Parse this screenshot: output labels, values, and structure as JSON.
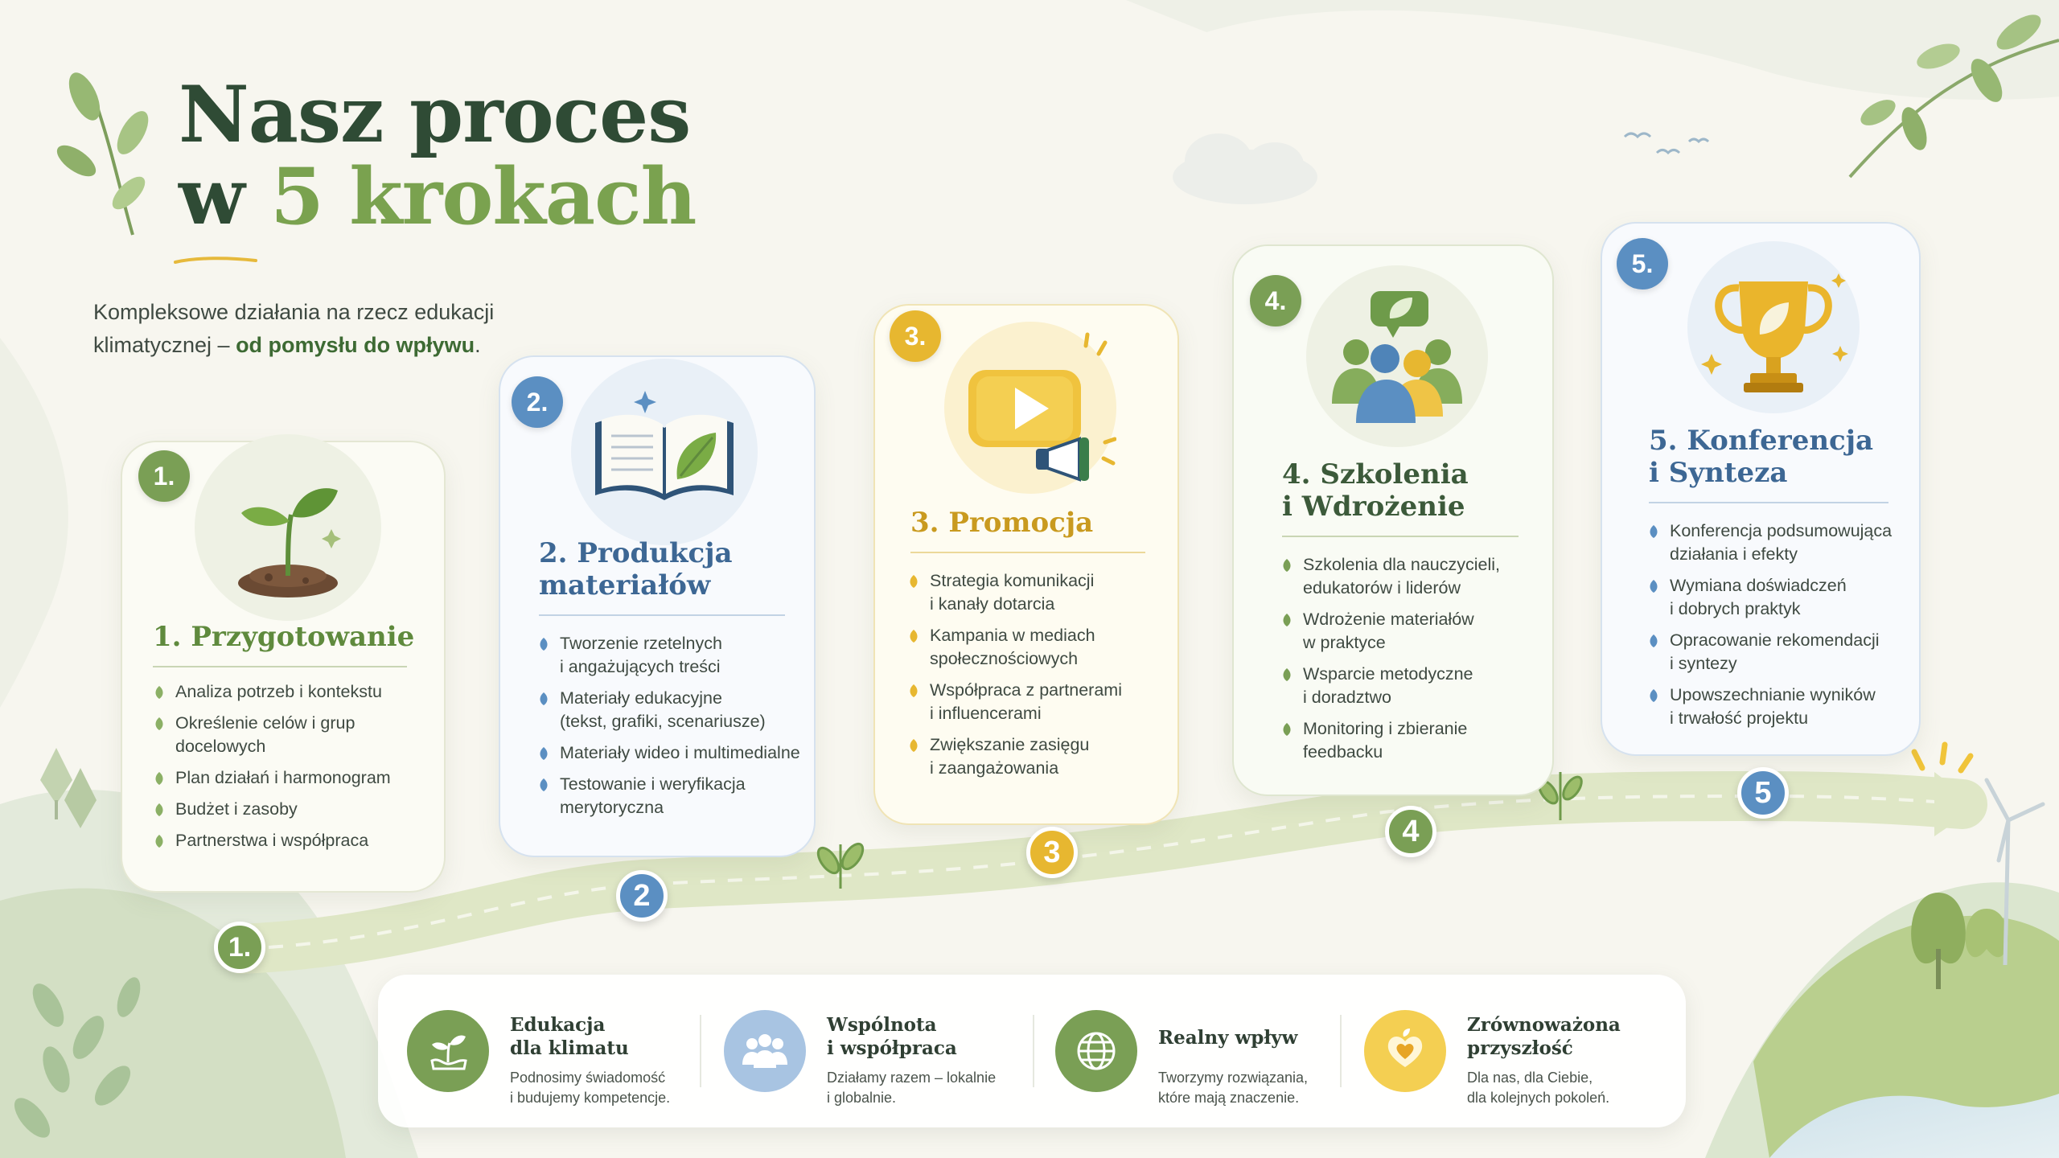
{
  "title": {
    "line1": "Nasz proces",
    "line2_prefix": "w",
    "line2_highlight": "5 krokach"
  },
  "subtitle": {
    "line1": "Kompleksowe działania na rzecz edukacji",
    "line2_normal": "klimatycznej – ",
    "line2_bold": "od pomysłu do wpływu",
    "line2_end": "."
  },
  "colors": {
    "green": "#7a9f55",
    "blue": "#5b8fc2",
    "yellow": "#e7b730",
    "dark_green": "#2f4b35",
    "navy": "#2f5478"
  },
  "steps": [
    {
      "badge": "1.",
      "title_line1": "1. Przygotowanie",
      "title_line2": "",
      "icon": "sprout-icon",
      "bullets": [
        [
          "Analiza potrzeb i kontekstu"
        ],
        [
          "Określenie celów i grup",
          "docelowych"
        ],
        [
          "Plan działań i harmonogram"
        ],
        [
          "Budżet i zasoby"
        ],
        [
          "Partnerstwa i współpraca"
        ]
      ]
    },
    {
      "badge": "2.",
      "title_line1": "2. Produkcja",
      "title_line2": "materiałów",
      "icon": "open-book-icon",
      "bullets": [
        [
          "Tworzenie rzetelnych",
          "i angażujących treści"
        ],
        [
          "Materiały edukacyjne",
          "(tekst, grafiki, scenariusze)"
        ],
        [
          "Materiały wideo i multimedialne"
        ],
        [
          "Testowanie i weryfikacja",
          "merytoryczna"
        ]
      ]
    },
    {
      "badge": "3.",
      "title_line1": "3. Promocja",
      "title_line2": "",
      "icon": "video-megaphone-icon",
      "bullets": [
        [
          "Strategia komunikacji",
          "i kanały dotarcia"
        ],
        [
          "Kampania w mediach",
          "społecznościowych"
        ],
        [
          "Współpraca z partnerami",
          "i influencerami"
        ],
        [
          "Zwiększanie zasięgu",
          "i zaangażowania"
        ]
      ]
    },
    {
      "badge": "4.",
      "title_line1": "4. Szkolenia",
      "title_line2": "i Wdrożenie",
      "icon": "people-group-icon",
      "bullets": [
        [
          "Szkolenia dla nauczycieli,",
          "edukatorów i liderów"
        ],
        [
          "Wdrożenie materiałów",
          "w praktyce"
        ],
        [
          "Wsparcie metodyczne",
          "i doradztwo"
        ],
        [
          "Monitoring i zbieranie",
          "feedbacku"
        ]
      ]
    },
    {
      "badge": "5.",
      "title_line1": "5. Konferencja",
      "title_line2": "i Synteza",
      "icon": "trophy-icon",
      "bullets": [
        [
          "Konferencja podsumowująca",
          "działania i efekty"
        ],
        [
          "Wymiana doświadczeń",
          "i dobrych praktyk"
        ],
        [
          "Opracowanie rekomendacji",
          "i syntezy"
        ],
        [
          "Upowszechnianie wyników",
          "i trwałość projektu"
        ]
      ]
    }
  ],
  "road_markers": [
    "1.",
    "2",
    "3",
    "4",
    "5"
  ],
  "values": [
    {
      "icon": "plant-hand-icon",
      "title_line1": "Edukacja",
      "title_line2": "dla klimatu",
      "desc_line1": "Podnosimy świadomość",
      "desc_line2": "i budujemy kompetencje."
    },
    {
      "icon": "community-icon",
      "title_line1": "Wspólnota",
      "title_line2": "i współpraca",
      "desc_line1": "Działamy razem – lokalnie",
      "desc_line2": "i globalnie."
    },
    {
      "icon": "globe-icon",
      "title_line1": "Realny wpływ",
      "title_line2": "",
      "desc_line1": "Tworzymy rozwiązania,",
      "desc_line2": "które mają znaczenie."
    },
    {
      "icon": "heart-leaf-icon",
      "title_line1": "Zrównoważona",
      "title_line2": "przyszłość",
      "desc_line1": "Dla nas, dla Ciebie,",
      "desc_line2": "dla kolejnych pokoleń."
    }
  ]
}
